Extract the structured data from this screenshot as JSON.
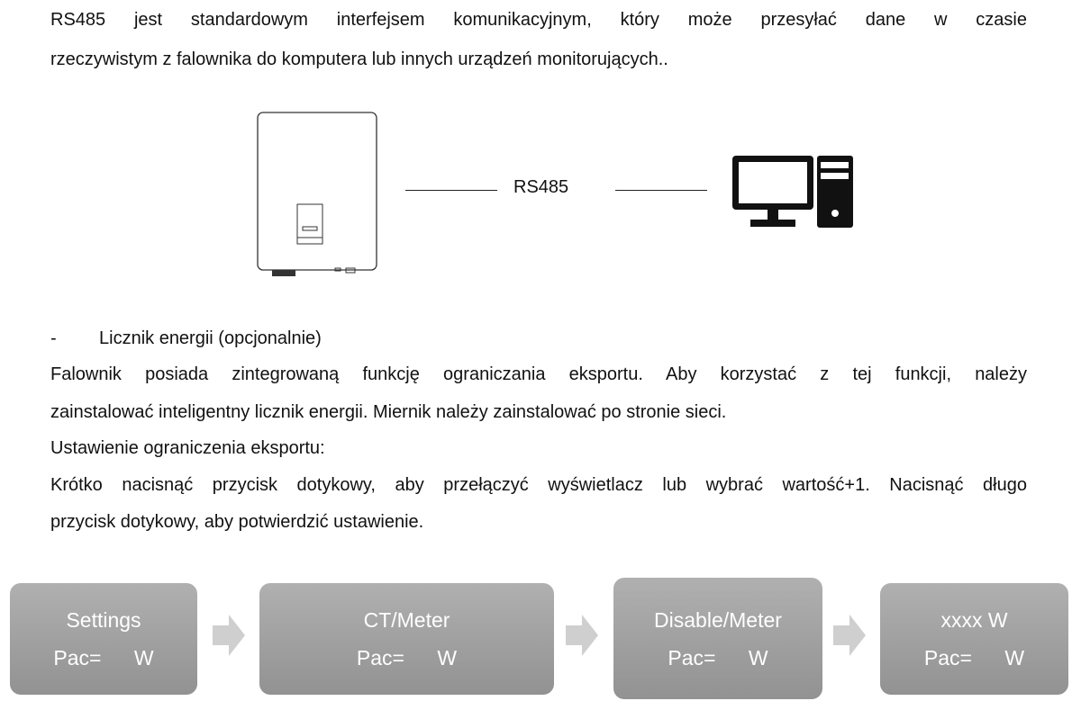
{
  "intro": {
    "line1": "RS485 jest standardowym interfejsem komunikacyjnym, który może przesyłać dane w czasie",
    "line2": "rzeczywistym z falownika do komputera lub innych urządzeń monitorujących.."
  },
  "diagram": {
    "link_label": "RS485"
  },
  "meter": {
    "bullet": "-",
    "heading": "Licznik energii (opcjonalnie)",
    "para1_line1": "Falownik posiada zintegrowaną funkcję ograniczania eksportu. Aby korzystać z tej funkcji, należy",
    "para1_line2": "zainstalować inteligentny licznik energii. Miernik należy zainstalować po stronie sieci.",
    "setting_title": "Ustawienie ograniczenia eksportu:",
    "para2_line1": "Krótko nacisnąć przycisk dotykowy, aby przełączyć wyświetlacz lub wybrać wartość+1. Nacisnąć długo",
    "para2_line2": "przycisk dotykowy, aby potwierdzić ustawienie."
  },
  "flow": [
    {
      "title": "Settings",
      "value": "Pac= W"
    },
    {
      "title": "CT/Meter",
      "value": "Pac= W"
    },
    {
      "title": "Disable/Meter",
      "value": "Pac= W"
    },
    {
      "title": "xxxx W",
      "value": "Pac= W"
    }
  ]
}
